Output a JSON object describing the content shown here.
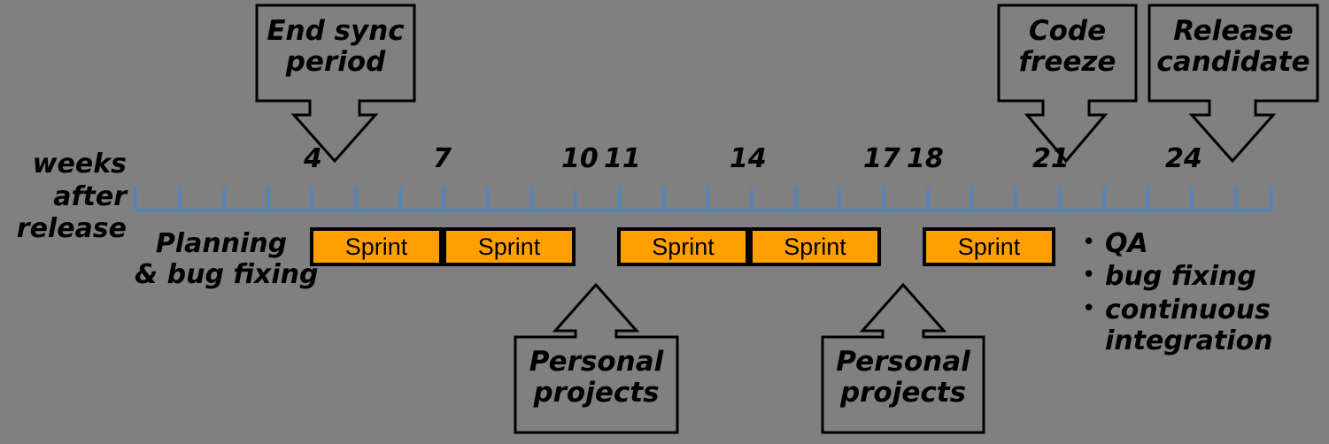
{
  "diagram": {
    "title": "Release timeline with sprints",
    "background_color": "#808080",
    "axis_color": "#4a86c8",
    "sprint_color": "#FFA000",
    "outline_color": "#000000"
  },
  "axis": {
    "caption_line1": "weeks",
    "caption_line2": "after",
    "caption_line3": "release",
    "tick_labels": [
      "4",
      "7",
      "10",
      "11",
      "14",
      "17",
      "18",
      "21",
      "24"
    ],
    "tick_weeks": [
      4,
      7,
      10,
      11,
      14,
      17,
      18,
      21,
      24
    ],
    "first_tick_week": 1,
    "last_tick_week": 26
  },
  "callouts_top": [
    {
      "id": "end-sync-period",
      "line1": "End sync",
      "line2": "period",
      "points_to_week": "4"
    },
    {
      "id": "code-freeze",
      "line1": "Code",
      "line2": "freeze",
      "points_to_week": "21"
    },
    {
      "id": "release-candidate",
      "line1": "Release",
      "line2": "candidate",
      "points_to_week": "24"
    }
  ],
  "callouts_bottom": [
    {
      "id": "personal-projects-1",
      "line1": "Personal",
      "line2": "projects"
    },
    {
      "id": "personal-projects-2",
      "line1": "Personal",
      "line2": "projects"
    }
  ],
  "planning": {
    "line1": "Planning",
    "line2": "& bug fixing"
  },
  "sprints": [
    {
      "label": "Sprint"
    },
    {
      "label": "Sprint"
    },
    {
      "label": "Sprint"
    },
    {
      "label": "Sprint"
    },
    {
      "label": "Sprint"
    }
  ],
  "notes": {
    "bullet": "•",
    "items": [
      "QA",
      "bug fixing",
      "continuous\nintegration"
    ],
    "item1": "QA",
    "item2": "bug fixing",
    "item3_line1": "continuous",
    "item3_line2": "integration"
  }
}
